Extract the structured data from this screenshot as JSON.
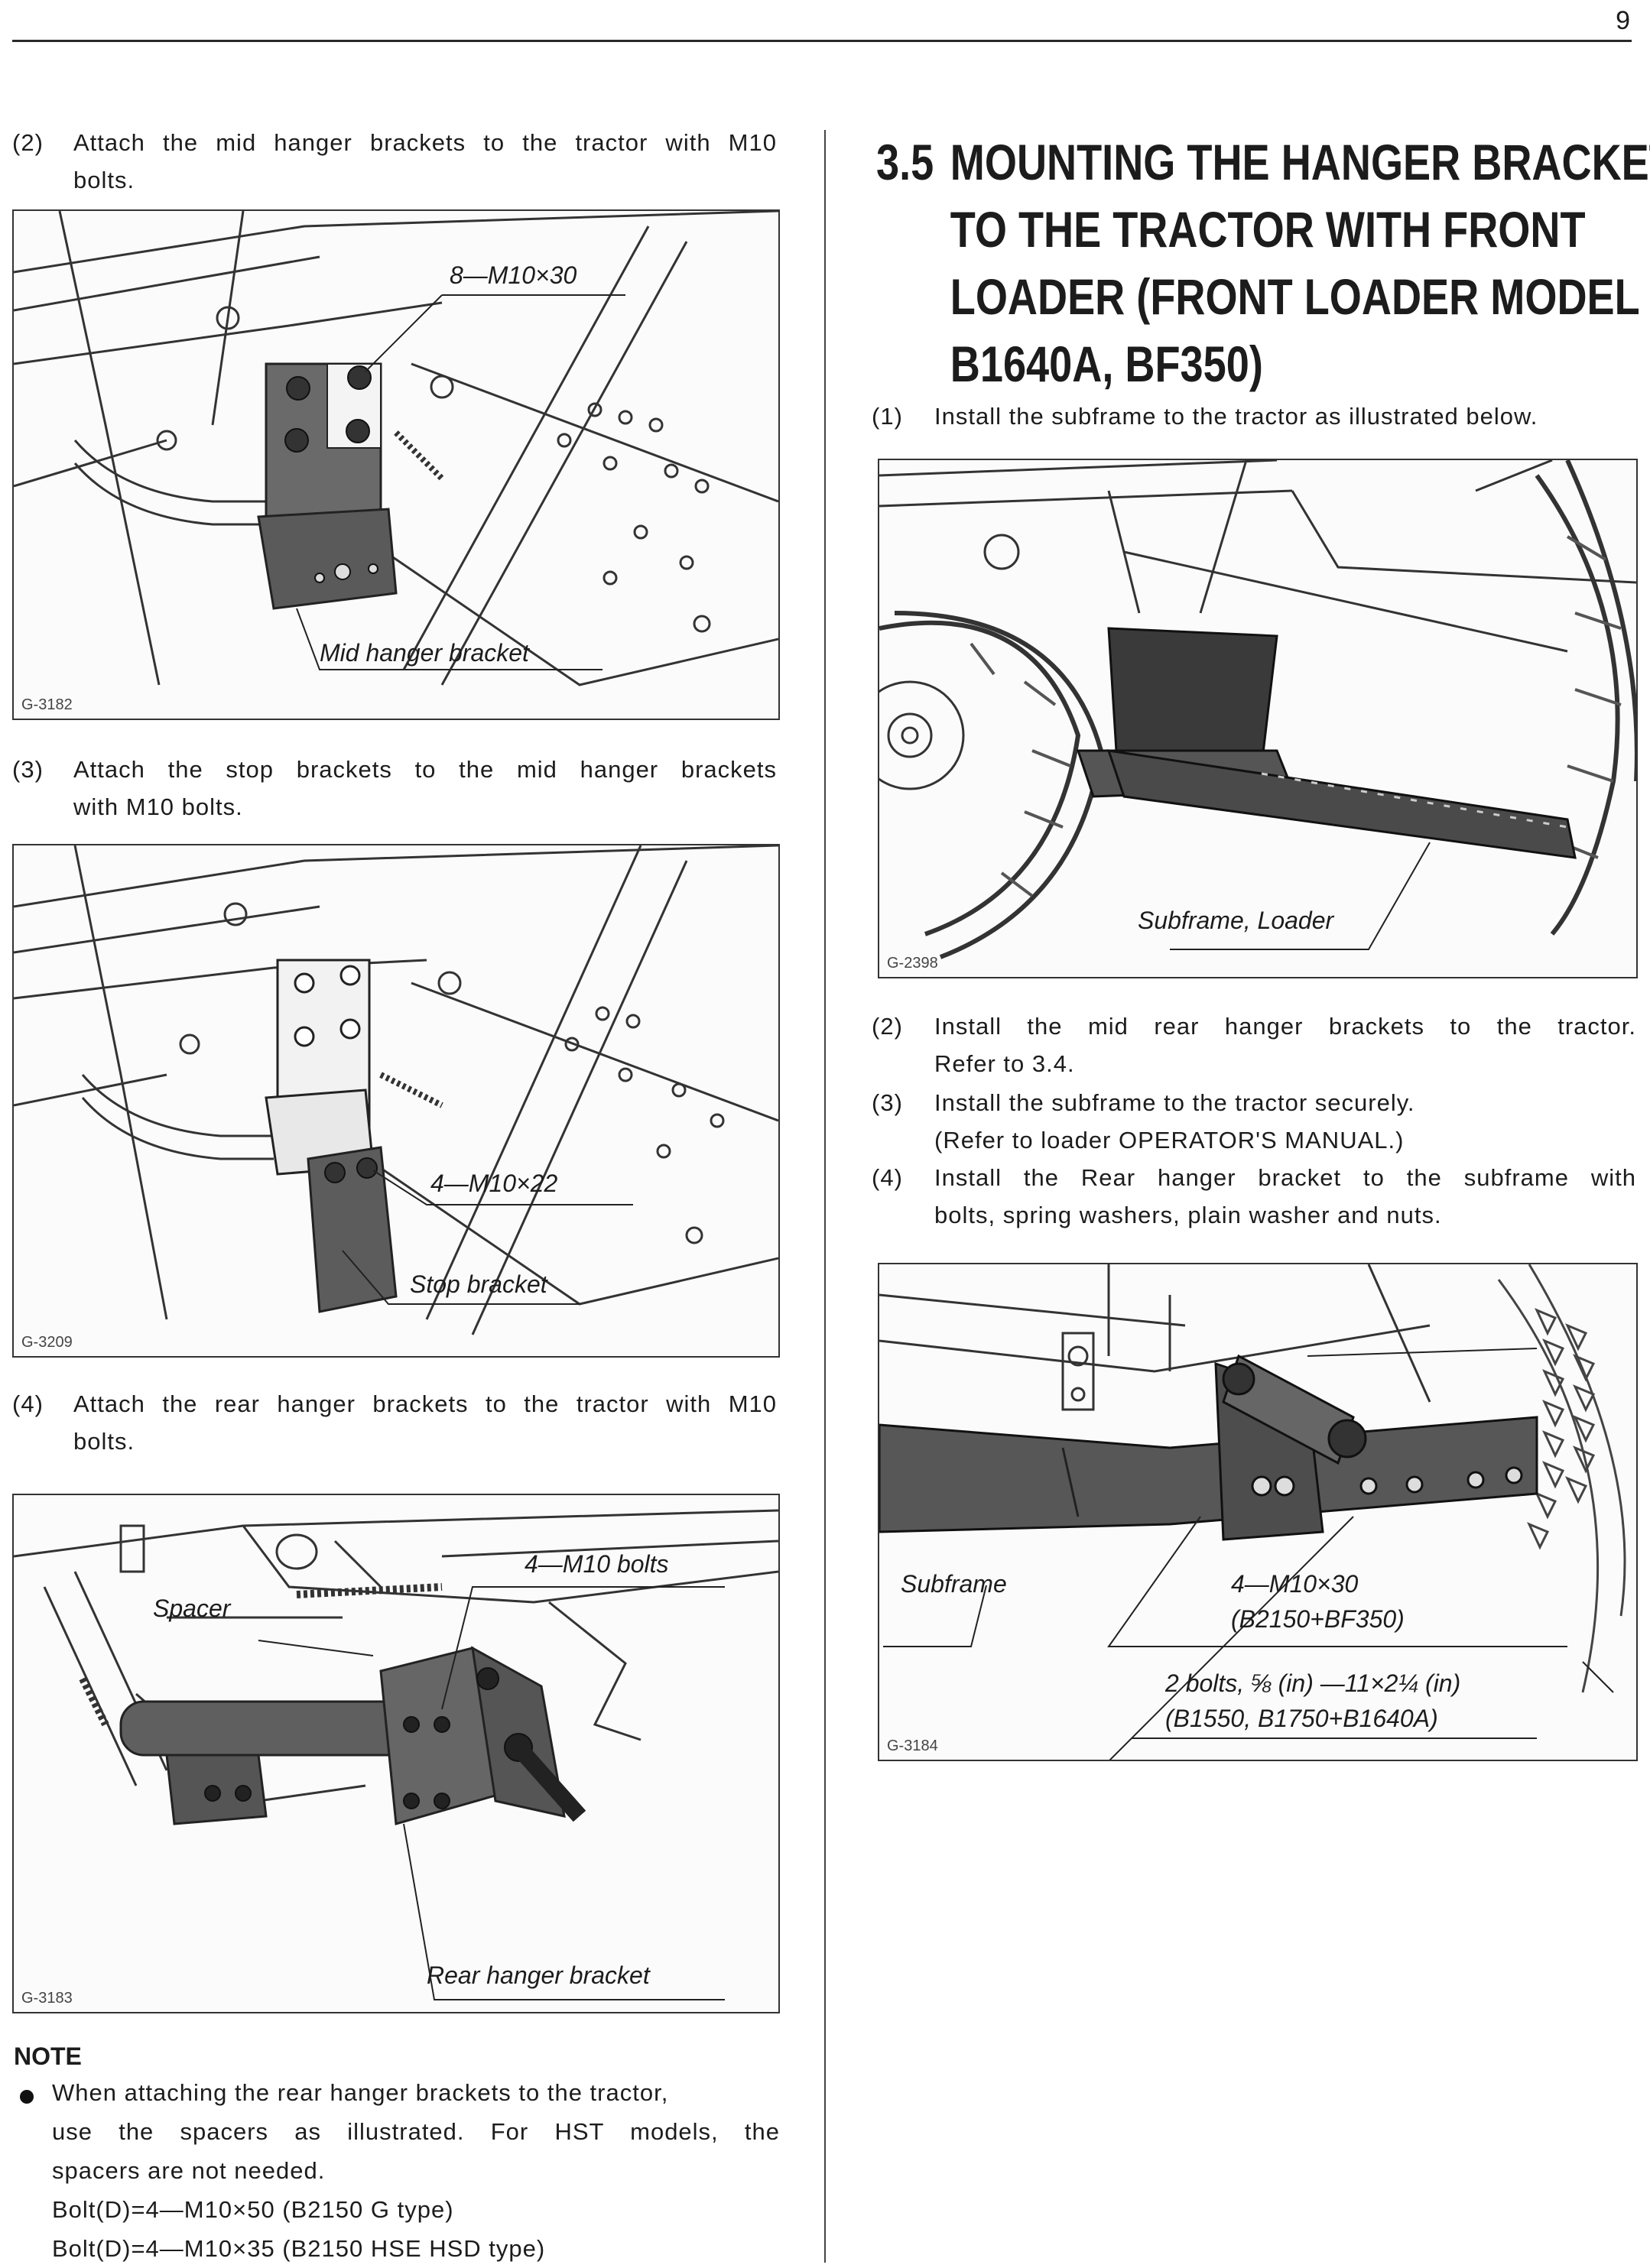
{
  "page": {
    "number": "9"
  },
  "left": {
    "step2": {
      "num": "(2)",
      "lines": [
        "Attach the mid hanger brackets to the tractor with M10",
        "bolts."
      ]
    },
    "fig1": {
      "code": "G-3182",
      "callout_bolts": "8—M10×30",
      "callout_part": "Mid hanger bracket"
    },
    "step3": {
      "num": "(3)",
      "lines": [
        "Attach the stop brackets to the mid hanger brackets",
        "with M10 bolts."
      ]
    },
    "fig2": {
      "code": "G-3209",
      "callout_bolts": "4—M10×22",
      "callout_part": "Stop bracket"
    },
    "step4": {
      "num": "(4)",
      "lines": [
        "Attach the rear hanger brackets to the tractor with M10",
        "bolts."
      ]
    },
    "fig3": {
      "code": "G-3183",
      "callout_bolts": "4—M10 bolts",
      "callout_spacer": "Spacer",
      "callout_part": "Rear hanger bracket"
    },
    "note": {
      "heading": "NOTE",
      "lines": [
        "When attaching the rear hanger brackets to the tractor,",
        "use the spacers as illustrated. For HST models, the",
        "spacers are not needed.",
        "Bolt(D)=4—M10×50 (B2150 G type)",
        "Bolt(D)=4—M10×35 (B2150 HSE HSD type)"
      ]
    }
  },
  "right": {
    "section": {
      "number": "3.5",
      "lines": [
        "MOUNTING THE HANGER BRACKETS",
        "TO THE TRACTOR WITH FRONT",
        "LOADER (FRONT LOADER MODEL",
        "B1640A, BF350)"
      ]
    },
    "step1": {
      "num": "(1)",
      "lines": [
        "Install the subframe to the tractor as illustrated below."
      ]
    },
    "fig4": {
      "code": "G-2398",
      "callout_part": "Subframe, Loader"
    },
    "step2": {
      "num": "(2)",
      "lines": [
        "Install the mid rear hanger brackets to the tractor.",
        "Refer to 3.4."
      ]
    },
    "step3": {
      "num": "(3)",
      "lines": [
        "Install the subframe to the tractor securely.",
        "(Refer to loader OPERATOR'S MANUAL.)"
      ]
    },
    "step4": {
      "num": "(4)",
      "lines": [
        "Install the Rear hanger bracket to the subframe with",
        "bolts, spring washers, plain washer and nuts."
      ]
    },
    "fig5": {
      "code": "G-3184",
      "callout_subframe": "Subframe",
      "callout_a1": "4—M10×30",
      "callout_a2": "(B2150+BF350)",
      "callout_b1": "2 bolts, ⅝ (in) —11×2¼ (in)",
      "callout_b2": "(B1550, B1750+B1640A)"
    }
  }
}
